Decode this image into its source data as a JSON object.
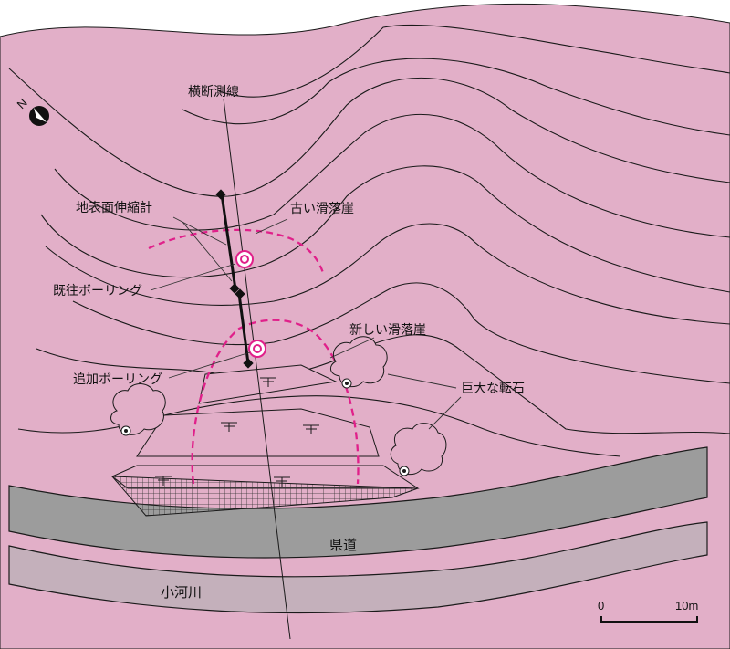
{
  "labels": {
    "cross_section_line": "横断測線",
    "extensometer": "地表面伸縮計",
    "old_scarp": "古い滑落崖",
    "existing_boring": "既往ボーリング",
    "new_scarp": "新しい滑落崖",
    "additional_boring": "追加ボーリング",
    "boulders": "巨大な転石",
    "prefectural_road": "県道",
    "river": "小河川"
  },
  "north_marker": "N",
  "scale": {
    "start_label": "0",
    "end_label": "10m",
    "length_m": 10
  },
  "colors": {
    "terrain": "#e2afc8",
    "road": "#9c9c9c",
    "river": "#c4b0bb",
    "scarp": "#e0208a",
    "boring": "#e0208a"
  }
}
